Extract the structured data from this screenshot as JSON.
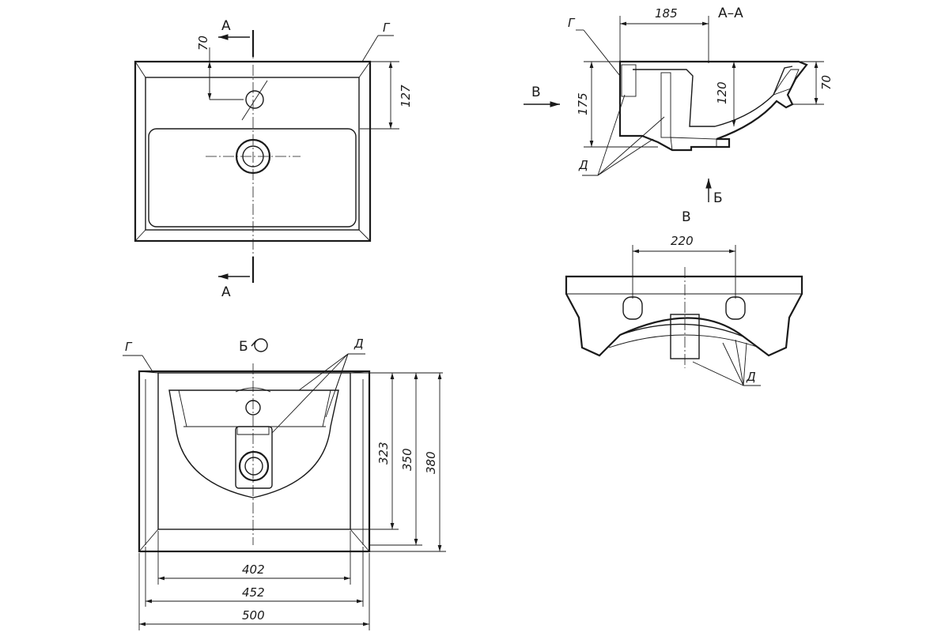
{
  "views": {
    "top": {
      "dim_tap_offset": "70",
      "dim_bowl_edge": "127",
      "section_mark_top": "А",
      "section_mark_bottom": "А",
      "leader_g": "Г"
    },
    "section_aa": {
      "title": "А–А",
      "dim_width": "185",
      "dim_height": "175",
      "dim_depth": "120",
      "dim_rim": "70",
      "leader_g": "Г",
      "leader_d": "Д",
      "view_arrow": "В",
      "view_arrow_b": "Б"
    },
    "view_b": {
      "title": "В",
      "dim_width": "220",
      "leader_d": "Д"
    },
    "bottom_view": {
      "title": "Б",
      "leader_g": "Г",
      "leader_d": "Д",
      "dim_323": "323",
      "dim_350": "350",
      "dim_380": "380",
      "dim_402": "402",
      "dim_452": "452",
      "dim_500": "500"
    }
  },
  "colors": {
    "line": "#1a1a1a",
    "background": "#ffffff"
  }
}
